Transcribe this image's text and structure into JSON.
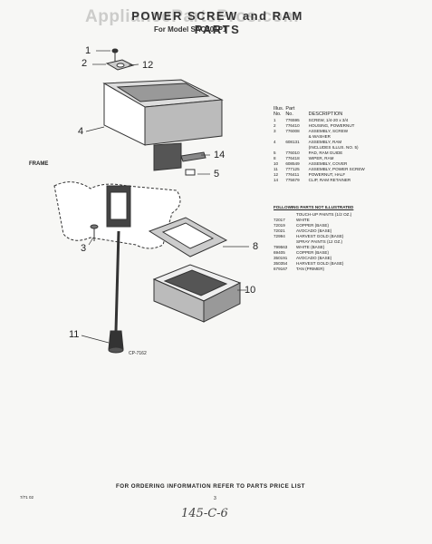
{
  "header": {
    "title": "POWER SCREW and RAM PARTS",
    "watermark": "AppliancePartsPros.com",
    "model": "For Model SAC401P1"
  },
  "diagram": {
    "frame_label": "FRAME",
    "code": "CP-7162",
    "callouts": [
      "1",
      "2",
      "12",
      "4",
      "14",
      "5",
      "8",
      "3",
      "10",
      "11"
    ]
  },
  "parts_table": {
    "header_illus": "Illus.",
    "header_no1": "No.",
    "header_part": "Part",
    "header_no2": "No.",
    "header_desc": "DESCRIPTION",
    "rows": [
      {
        "illus": "1",
        "part": "776595",
        "desc": "SCREW, 1/4-20 x 3/4"
      },
      {
        "illus": "2",
        "part": "776410",
        "desc": "HOUSING, POWERNUT"
      },
      {
        "illus": "3",
        "part": "776008",
        "desc": "ASSEMBLY, SCREW"
      },
      {
        "illus": "",
        "part": "",
        "desc": "& WASHER"
      },
      {
        "illus": "4",
        "part": "608131",
        "desc": "ASSEMBLY, RAM"
      },
      {
        "illus": "",
        "part": "",
        "desc": "(INCLUDES ILLUS. NO. 5)"
      },
      {
        "illus": "5",
        "part": "776010",
        "desc": "PAD, RAM GUIDE"
      },
      {
        "illus": "8",
        "part": "776418",
        "desc": "WIPER, RAM"
      },
      {
        "illus": "10",
        "part": "608549",
        "desc": "ASSEMBLY, COVER"
      },
      {
        "illus": "11",
        "part": "777125",
        "desc": "ASSEMBLY, POWER SCREW"
      },
      {
        "illus": "12",
        "part": "776411",
        "desc": "POWERNUT, HALF"
      },
      {
        "illus": "14",
        "part": "775679",
        "desc": "CLIP, RAM RETAINER"
      }
    ]
  },
  "not_illustrated": {
    "heading": "FOLLOWING PARTS NOT ILLUSTRATED",
    "rows": [
      {
        "part": "",
        "desc": "TOUCH-UP PAINTS (1/2 OZ.)"
      },
      {
        "part": "72017",
        "desc": "WHITE"
      },
      {
        "part": "72019",
        "desc": "COPPER (BASE)"
      },
      {
        "part": "72021",
        "desc": "AVOCADO (BASE)"
      },
      {
        "part": "72994",
        "desc": "HARVEST GOLD (BASE)"
      },
      {
        "part": "",
        "desc": "SPRAY PAINTS (12 OZ.)"
      },
      {
        "part": "799563",
        "desc": "WHITE (BASE)"
      },
      {
        "part": "69405",
        "desc": "COPPER (BASE)"
      },
      {
        "part": "350191",
        "desc": "AVOCADO (BASE)"
      },
      {
        "part": "350354",
        "desc": "HARVEST GOLD (BASE)"
      },
      {
        "part": "679167",
        "desc": "TAN (PRIMER)"
      }
    ]
  },
  "footer": {
    "ordering": "FOR ORDERING INFORMATION REFER TO PARTS PRICE LIST",
    "doc_code": "7/71 02",
    "page": "3",
    "handwritten": "145-C-6"
  }
}
